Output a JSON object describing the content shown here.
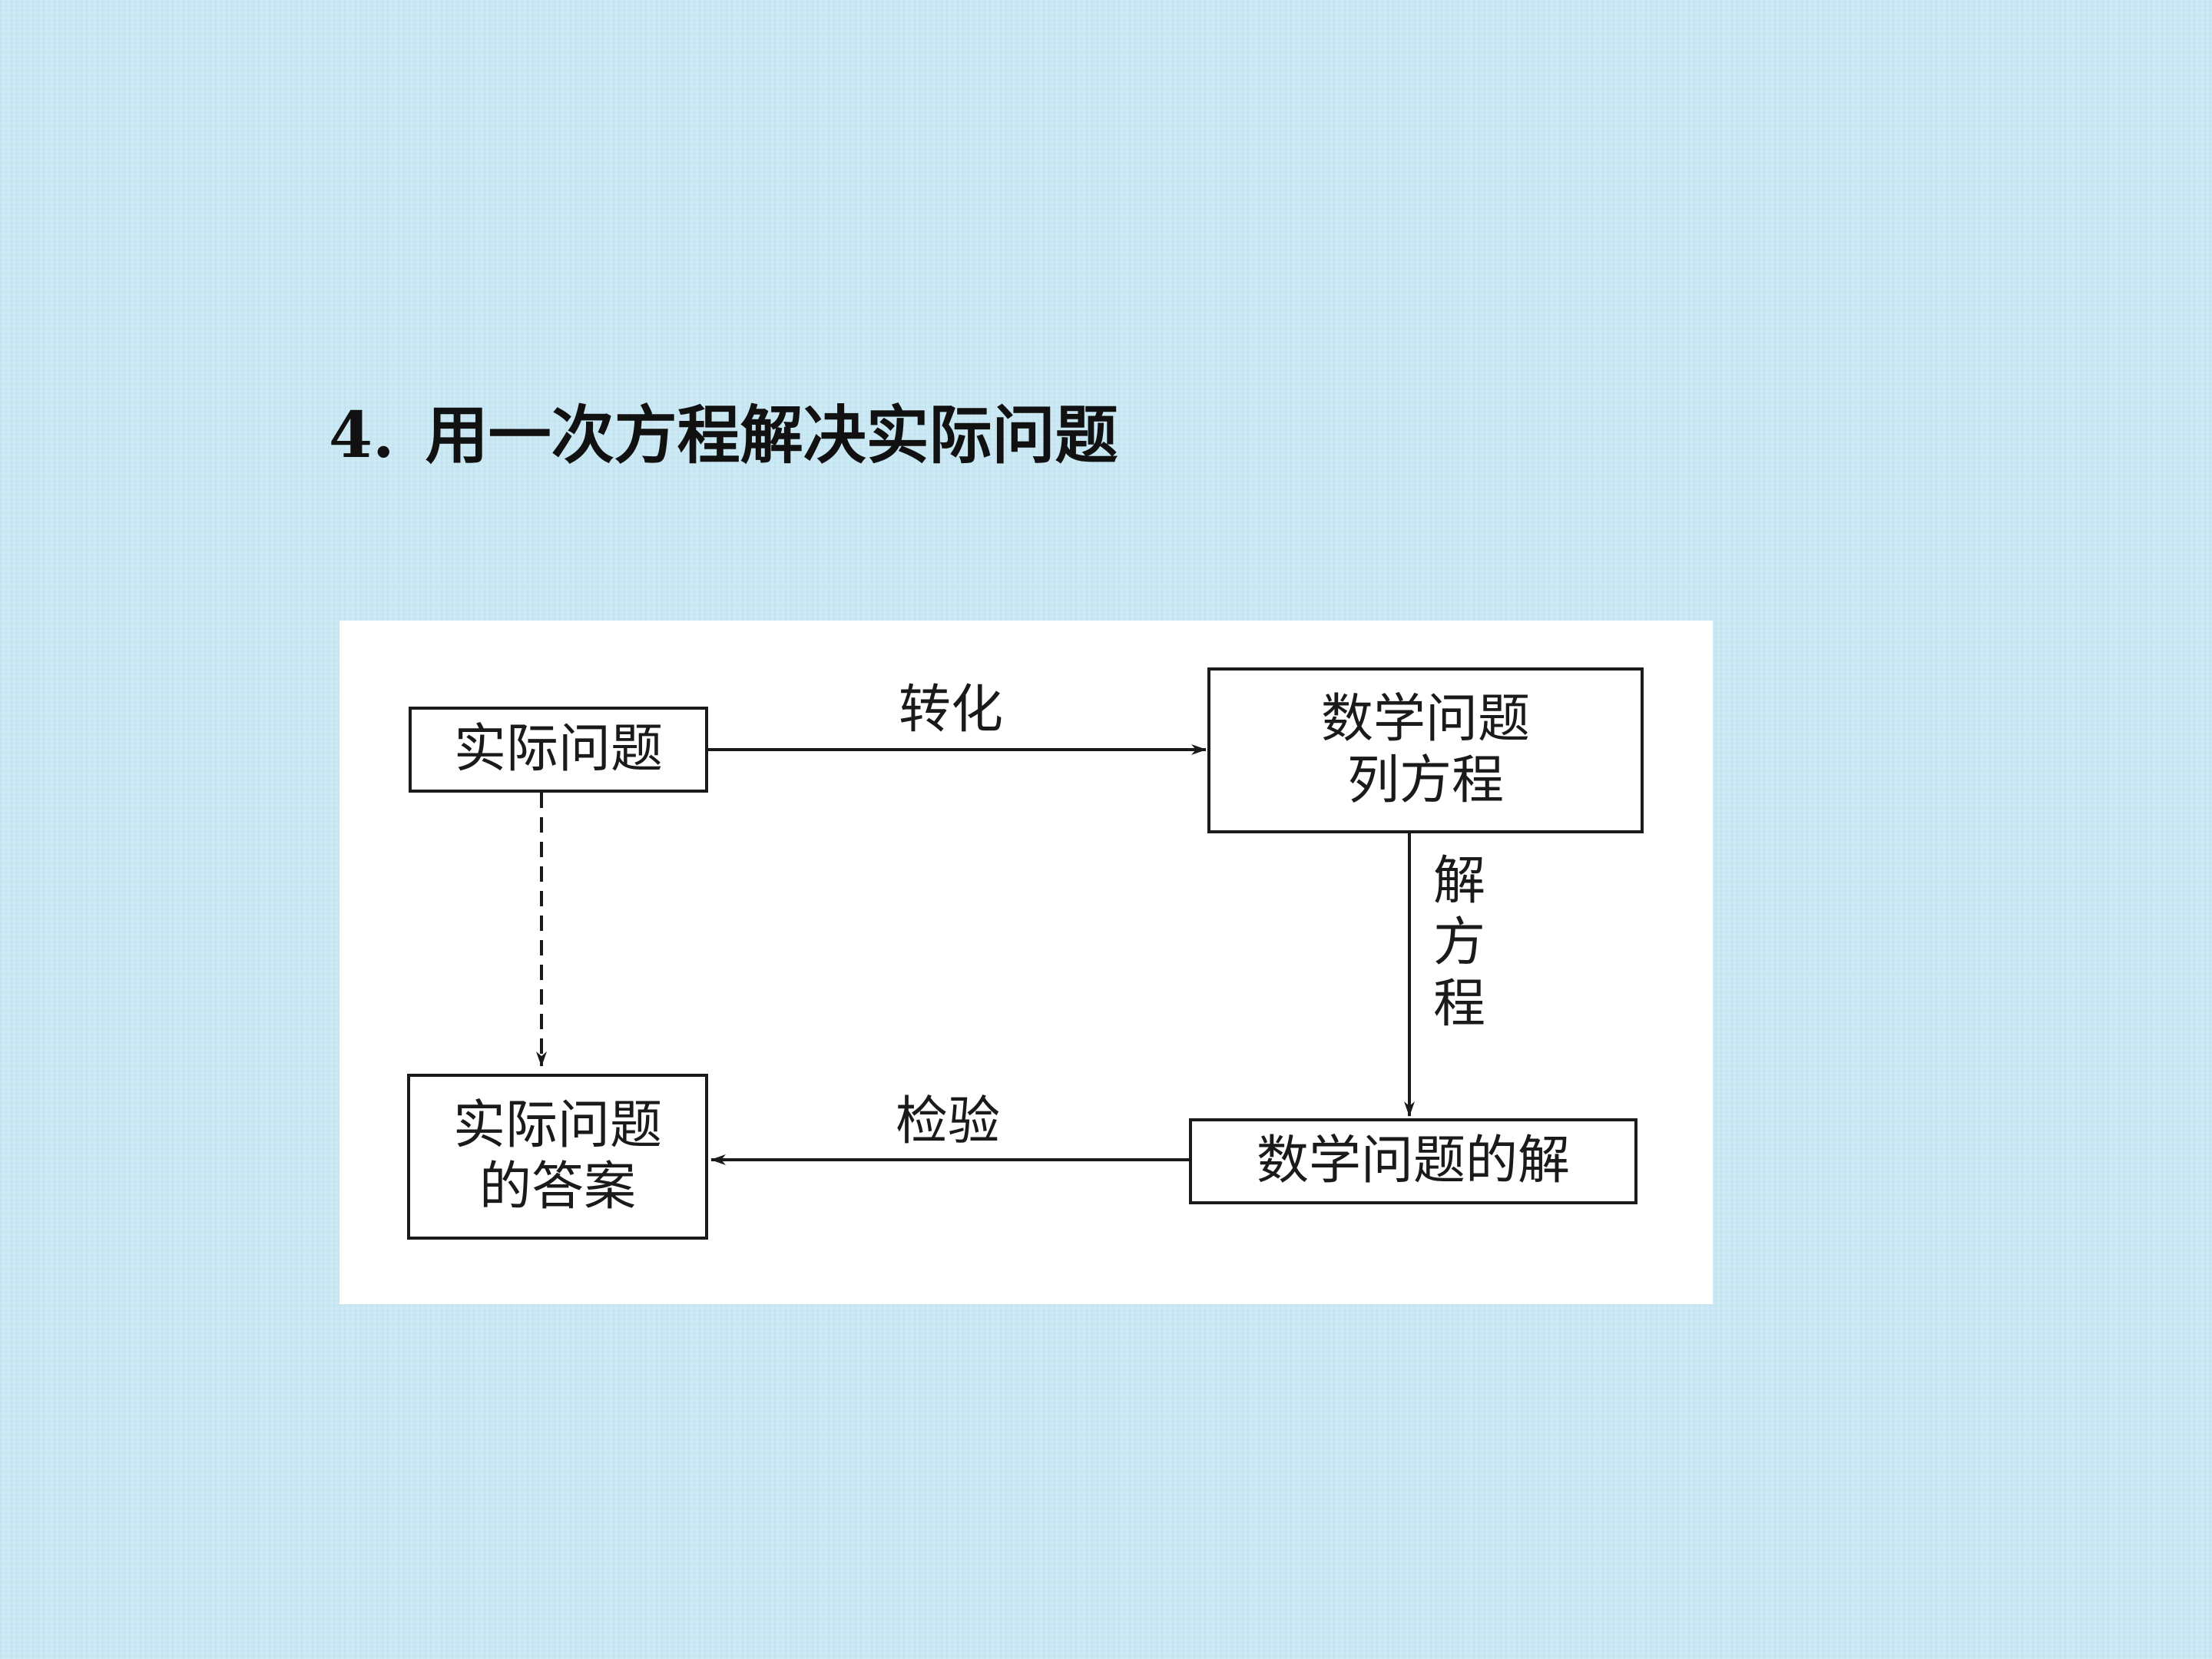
{
  "slide": {
    "title_number": "4.",
    "title_text": "用一次方程解决实际问题"
  },
  "diagram": {
    "nodes": {
      "real_problem": "实际问题",
      "math_problem_line1": "数学问题",
      "math_problem_line2": "列方程",
      "math_solution": "数学问题的解",
      "answer_line1": "实际问题",
      "answer_line2": "的答案"
    },
    "edges": {
      "transform": "转化",
      "solve": [
        "解",
        "方",
        "程"
      ],
      "verify": "检验"
    }
  },
  "colors": {
    "background": "#c9e8f4",
    "panel": "#ffffff",
    "ink": "#1a1a1a"
  }
}
